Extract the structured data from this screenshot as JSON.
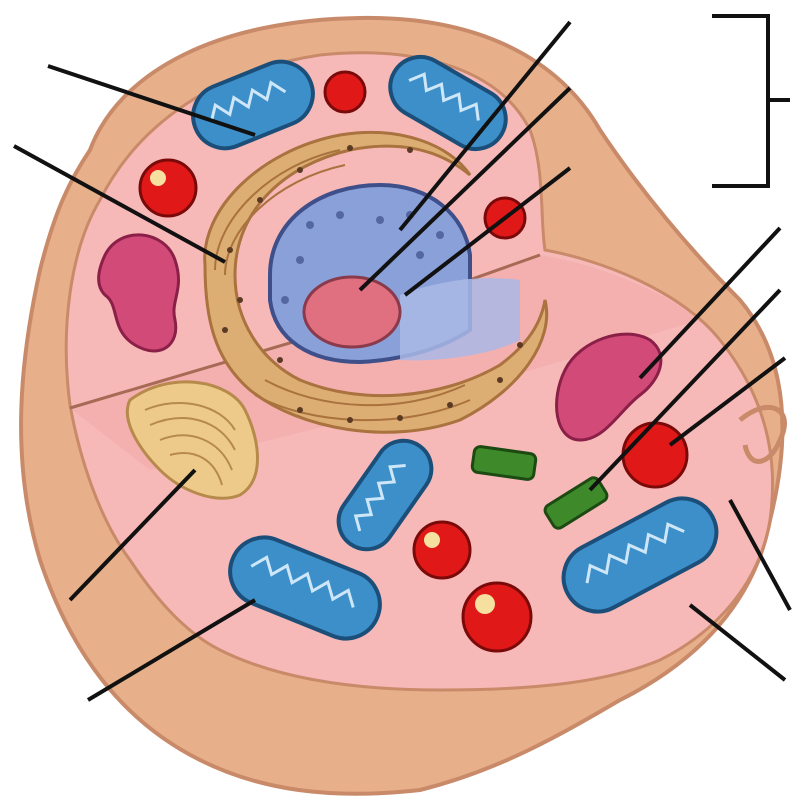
{
  "diagram": {
    "title": "",
    "labels": [],
    "leader_lines": [
      {
        "id": "lead-top-left-1"
      },
      {
        "id": "lead-top-left-2"
      },
      {
        "id": "lead-top-center-1"
      },
      {
        "id": "lead-top-center-2"
      },
      {
        "id": "lead-top-center-3"
      },
      {
        "id": "lead-right-1"
      },
      {
        "id": "lead-right-2"
      },
      {
        "id": "lead-right-3"
      },
      {
        "id": "lead-right-4"
      },
      {
        "id": "lead-right-5"
      },
      {
        "id": "lead-bottom-left-1"
      },
      {
        "id": "lead-bottom-left-2"
      }
    ],
    "colors": {
      "cytoplasm_outer": "#e8b08a",
      "cytoplasm_inner": "#f7b8b8",
      "membrane_edge": "#c98a6a",
      "mitochondria": "#3c8fc8",
      "nucleus": "#8aa0d8",
      "nucleolus": "#e07080",
      "er": "#dcae74",
      "golgi": "#eeca8a",
      "lysosome": "#e01818",
      "chloroplast_like": "#d24a78",
      "centriole": "#3e8a2a",
      "leader": "#111111"
    }
  }
}
